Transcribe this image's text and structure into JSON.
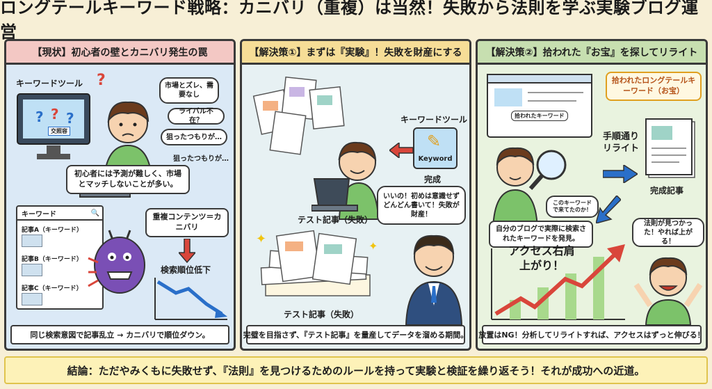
{
  "title": "ロングテールキーワード戦略：カニバリ（重複）は当然！失敗から法則を学ぶ実験ブログ運営",
  "panel1": {
    "header": "【現状】初心者の壁とカニバリ発生の罠",
    "tool_label": "キーワードツール",
    "screen_button": "交照容",
    "bubbles": [
      "市場とズレ、需要なし",
      "ライバル不在？",
      "狙ったつもりが…",
      "狙ったつもりが…"
    ],
    "note": "初心者には予測が難しく、市場とマッチしないことが多い。",
    "kw_header": "キーワード",
    "kw_rows": [
      "記事A（キーワード）",
      "記事B（キーワード）",
      "記事C（キーワード）"
    ],
    "dup_label": "重複コンテンツ＝カニバリ",
    "rank_label": "検索順位低下",
    "footer": "同じ検索意図で記事乱立 → カニバリで順位ダウン。"
  },
  "panel2": {
    "header": "【解決策①】まずは『実験』！失敗を財産にする",
    "tool_label": "キーワードツール",
    "keyword_tag": "Keyword",
    "done_label": "完成",
    "test_label_1": "テスト記事（失敗）",
    "bubble": "いいの！初めは意識せずどんどん書いて！失敗が財産！",
    "test_label_2": "テスト記事（失敗）",
    "footer": "完璧を目指さず、『テスト記事』を量産してデータを溜める期間。"
  },
  "panel3": {
    "header": "【解決策②】拾われた『お宝』を探してリライト",
    "treasure_label": "拾われたロングテールキーワード（お宝）",
    "screen_tag": "拾われたキーワード",
    "q_bubble": "このキーワードで来てたのか！",
    "rewrite_label": "手順通りリライト",
    "found_note": "自分のブログで実際に検索されたキーワードを発見。",
    "done_label": "完成記事",
    "access_label": "アクセス右肩上がり！",
    "happy_bubble": "法則が見つかった！やれば上がる！",
    "footer": "放置はNG！分析してリライトすれば、アクセスはずっと伸びる！"
  },
  "conclusion": "結論：ただやみくもに失敗せず、『法則』を見つけるためのルールを持って実験と検証を繰り返そう！それが成功への近道。",
  "colors": {
    "panel1": "#dbe9f6",
    "panel2": "#e7f1f3",
    "panel3": "#e9f3df",
    "accent_red": "#d9463b",
    "accent_green": "#7dbf5a"
  }
}
